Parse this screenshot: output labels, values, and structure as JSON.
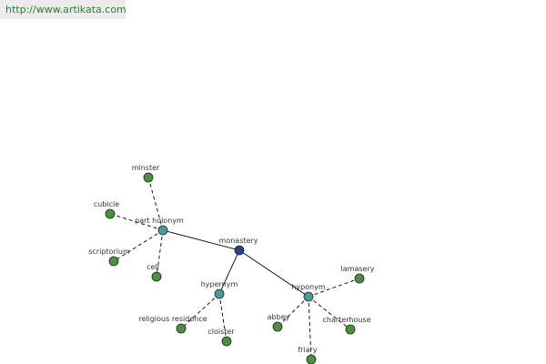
{
  "banner": {
    "url_text": "http://www.artikata.com"
  },
  "colors": {
    "root": "#2a3f8f",
    "relation": "#4a9a9a",
    "leaf": "#4e8f3e",
    "node_stroke": "#1f2a1f",
    "edge": "#000000"
  },
  "graph": {
    "root": {
      "id": "monastery",
      "label": "monastery"
    },
    "relations": [
      {
        "id": "part-holonym",
        "label": "part holonym",
        "leaves": [
          {
            "id": "minster",
            "label": "minster"
          },
          {
            "id": "cubicle",
            "label": "cubicle"
          },
          {
            "id": "scriptorium",
            "label": "scriptorium"
          },
          {
            "id": "cell",
            "label": "cell"
          }
        ]
      },
      {
        "id": "hypernym",
        "label": "hypernym",
        "leaves": [
          {
            "id": "religious-residence",
            "label": "religious residence"
          },
          {
            "id": "cloister",
            "label": "cloister"
          }
        ]
      },
      {
        "id": "hyponym",
        "label": "hyponym",
        "leaves": [
          {
            "id": "lamasery",
            "label": "lamasery"
          },
          {
            "id": "abbey",
            "label": "abbey"
          },
          {
            "id": "charterhouse",
            "label": "charterhouse"
          },
          {
            "id": "friary",
            "label": "friary"
          }
        ]
      }
    ]
  }
}
